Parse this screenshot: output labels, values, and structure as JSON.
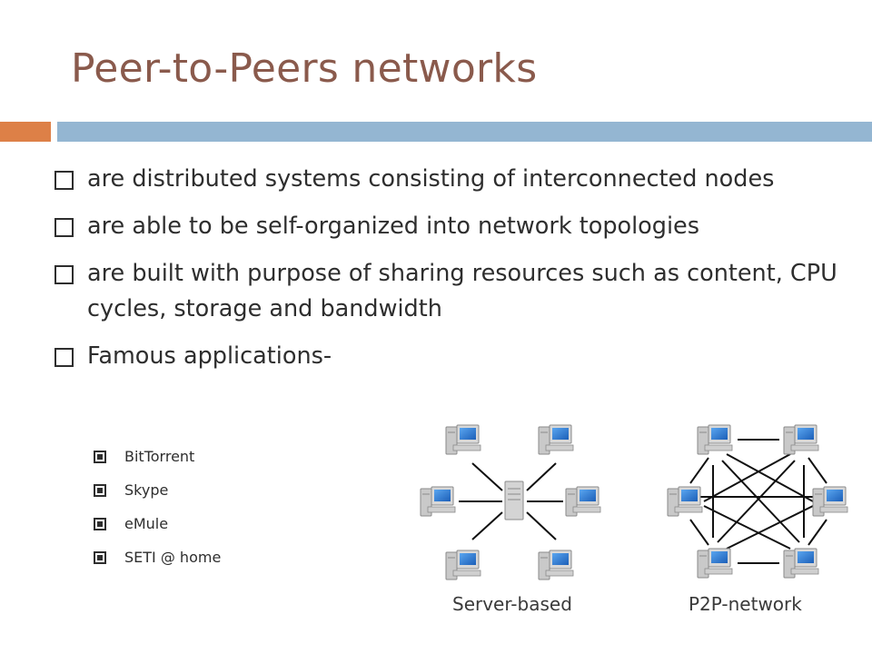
{
  "slide": {
    "title": "Peer-to-Peers networks",
    "bullets": [
      "are distributed systems consisting of interconnected nodes",
      "are able to be self-organized into network topologies",
      "are built with purpose of sharing resources such as content, CPU cycles, storage and bandwidth",
      "Famous applications-"
    ],
    "sub_bullets": [
      "BitTorrent",
      "Skype",
      "eMule",
      "SETI @ home"
    ],
    "diagram": {
      "server_label": "Server-based",
      "p2p_label": "P2P-network"
    },
    "colors": {
      "title": "#8a5a4c",
      "accent_orange": "#dd8047",
      "accent_blue": "#94b6d2",
      "screen_blue": "#1e6fd0"
    },
    "icons": [
      "computer-icon",
      "server-icon"
    ]
  }
}
